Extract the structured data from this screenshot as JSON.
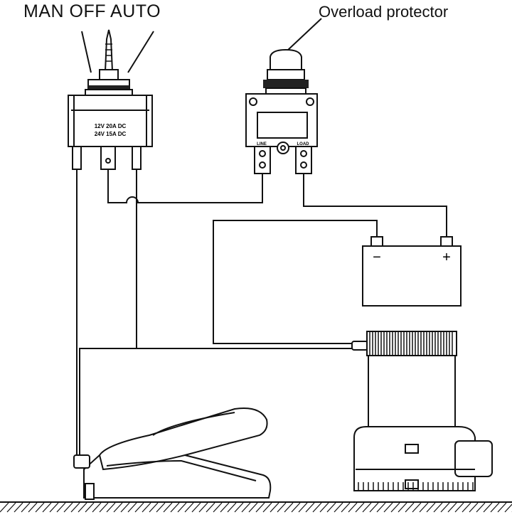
{
  "labels": {
    "switch": "MAN OFF AUTO",
    "breaker": "Overload protector"
  },
  "switch_rating": {
    "line1": "12V 20A DC",
    "line2": "24V 15A DC"
  },
  "breaker_terminals": {
    "line": "LINE",
    "load": "LOAD"
  },
  "battery": {
    "negative": "−",
    "positive": "+"
  },
  "colors": {
    "line": "#111111",
    "background": "#ffffff"
  }
}
